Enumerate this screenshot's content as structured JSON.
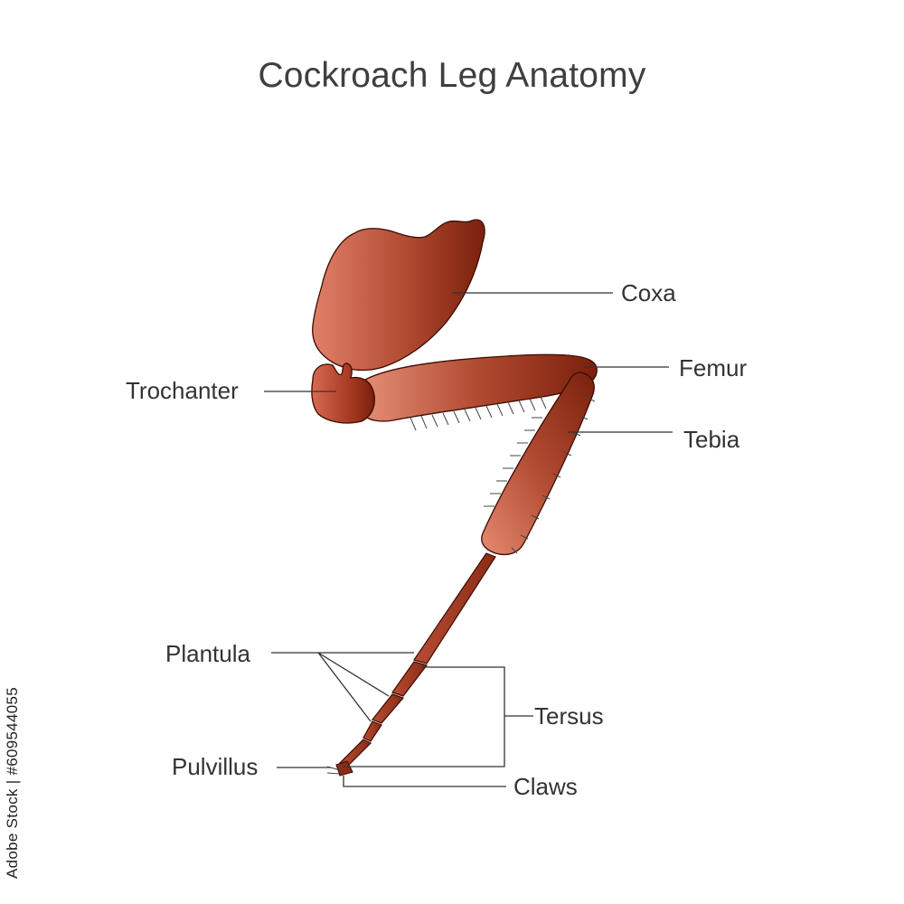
{
  "title": "Cockroach Leg Anatomy",
  "labels": {
    "coxa": "Coxa",
    "femur": "Femur",
    "tebia": "Tebia",
    "trochanter": "Trochanter",
    "plantula": "Plantula",
    "tersus": "Tersus",
    "pulvillus": "Pulvillus",
    "claws": "Claws"
  },
  "watermark": "Adobe Stock | #609544055",
  "colors": {
    "leg_dark": "#7e2410",
    "leg_mid": "#a8432a",
    "leg_light": "#e1806a",
    "outline": "#3a0c04",
    "leader": "#333333",
    "text": "#333333"
  }
}
